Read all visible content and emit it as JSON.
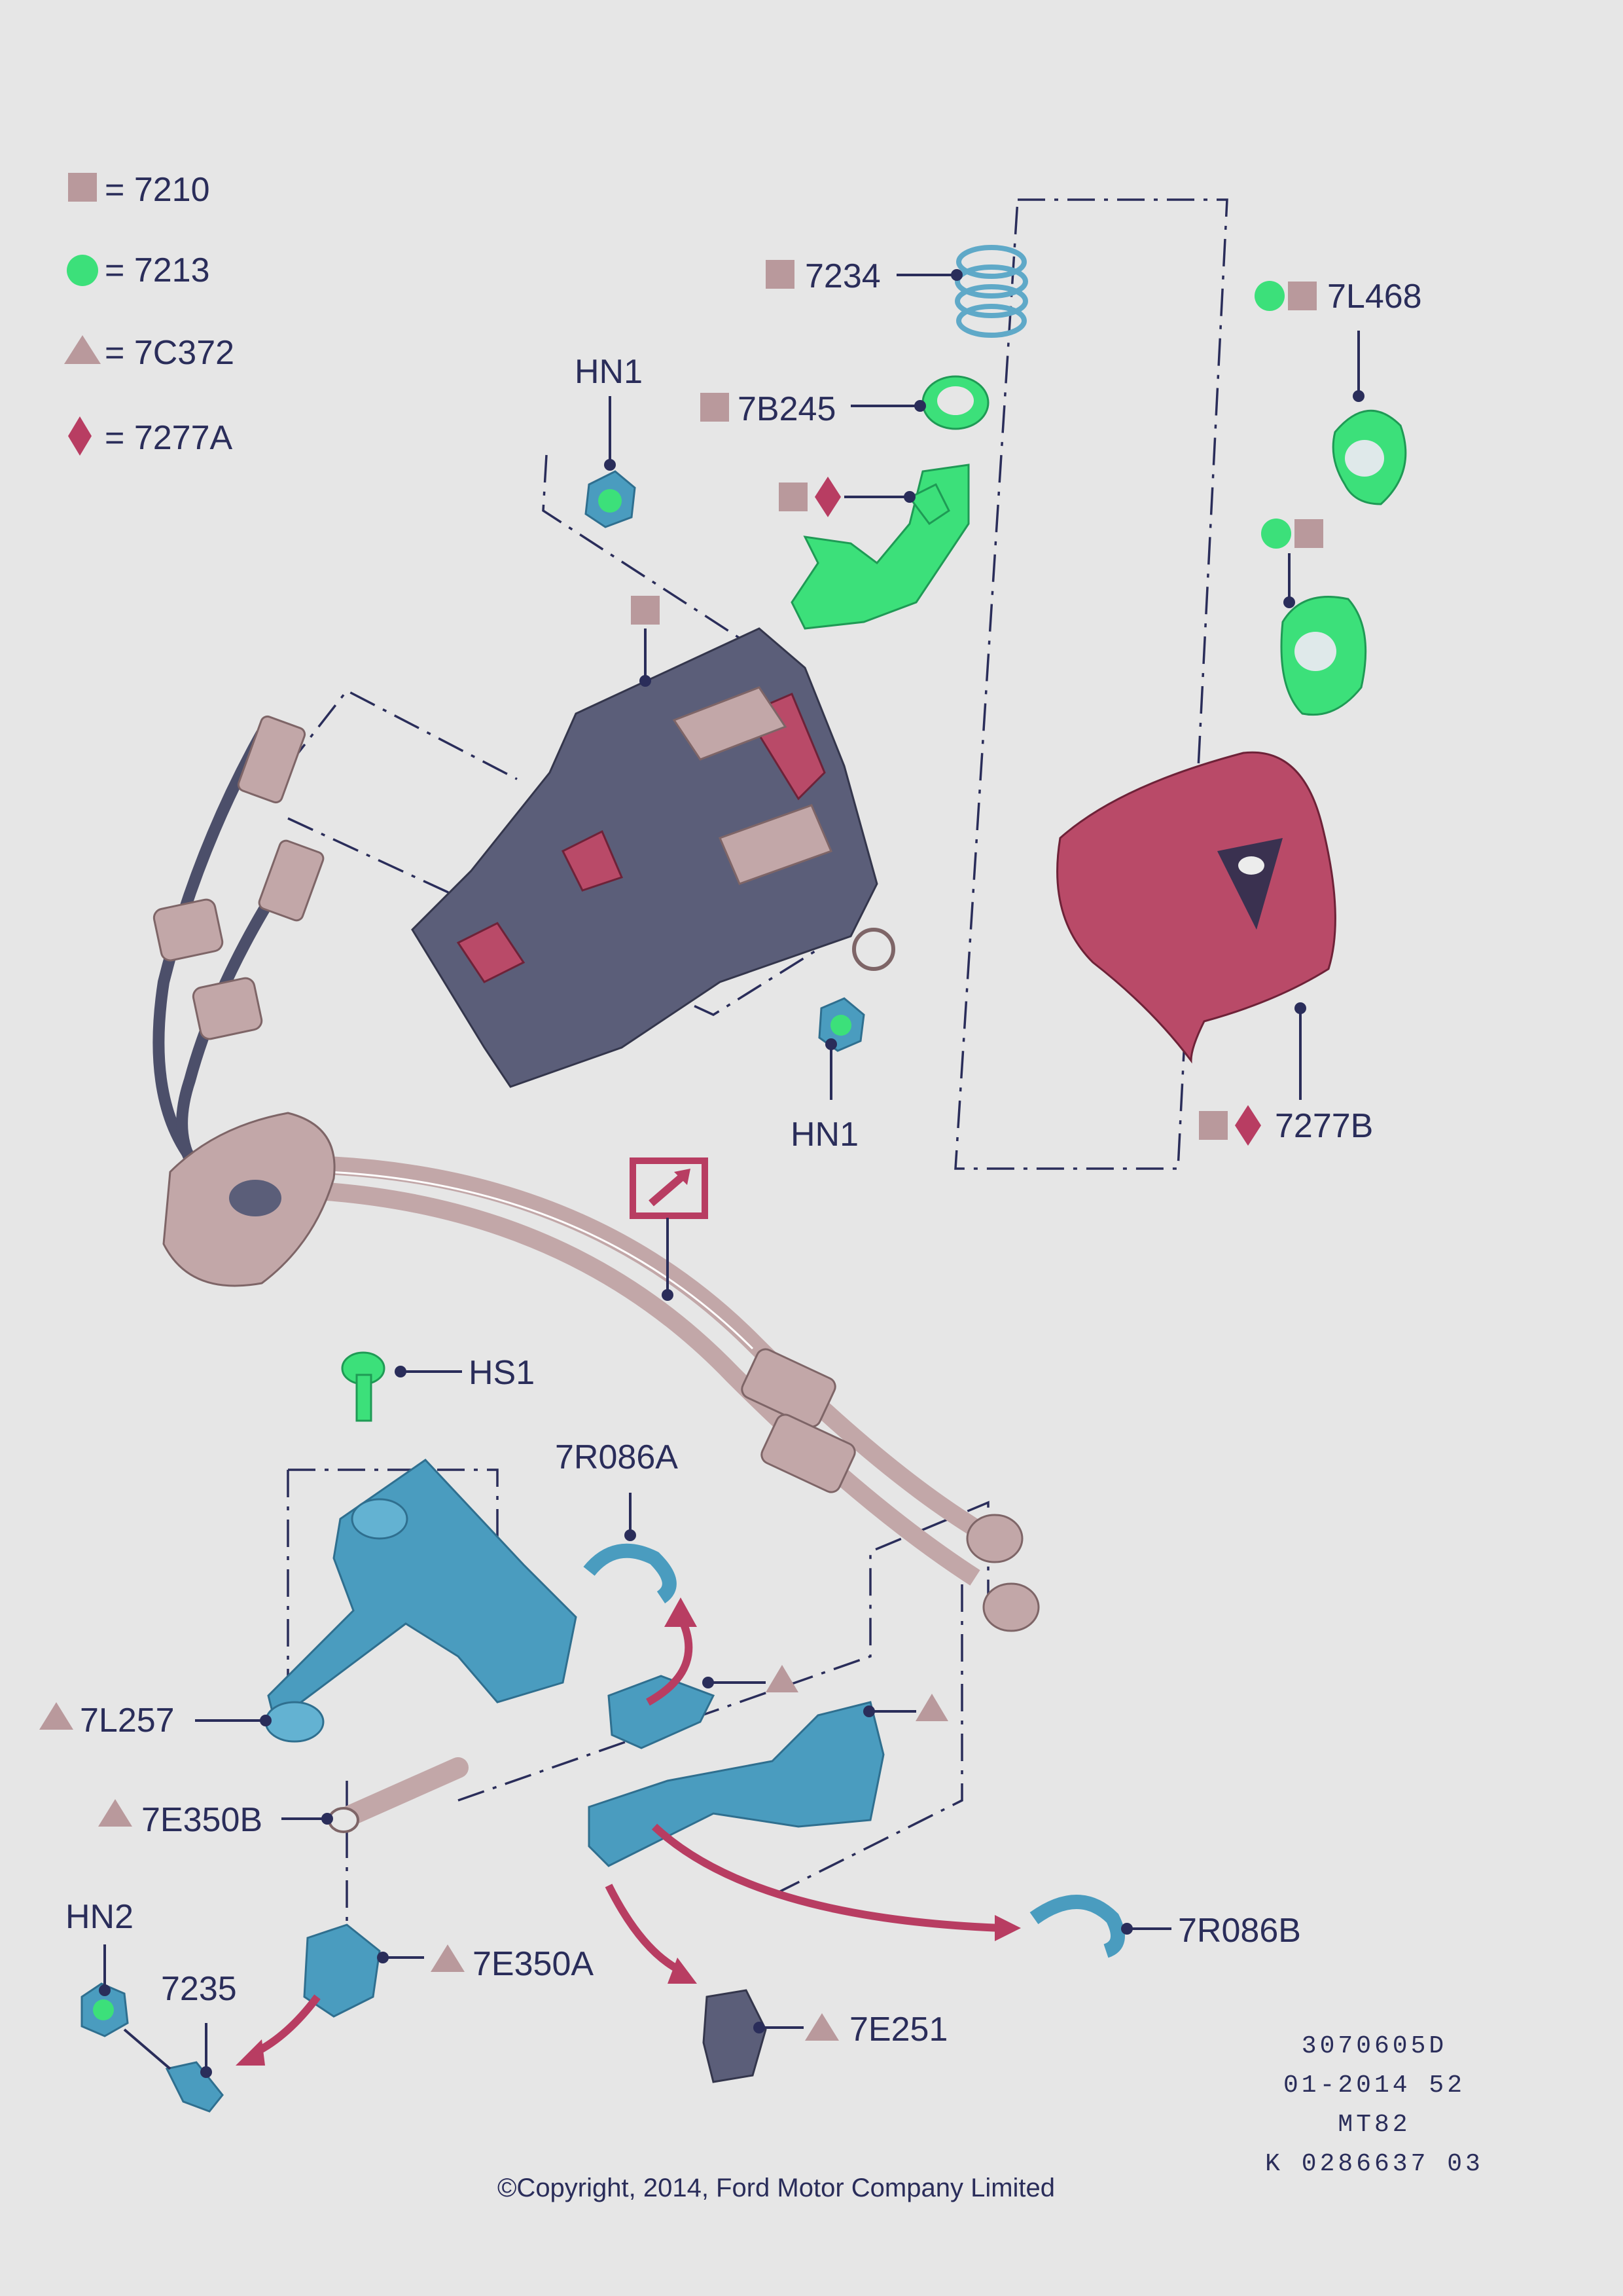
{
  "legend": [
    {
      "symbol": "square",
      "label": "= 7210"
    },
    {
      "symbol": "circle",
      "label": "= 7213"
    },
    {
      "symbol": "triangle",
      "label": "= 7C372"
    },
    {
      "symbol": "diamond",
      "label": "= 7277A"
    }
  ],
  "parts": {
    "p7234": "7234",
    "p7B245": "7B245",
    "p7L468": "7L468",
    "hn1_top": "HN1",
    "hn1_bottom": "HN1",
    "p7277B": "7277B",
    "hs1": "HS1",
    "p7R086A": "7R086A",
    "p7L257": "7L257",
    "p7E350B": "7E350B",
    "hn2": "HN2",
    "p7235": "7235",
    "p7E350A": "7E350A",
    "p7E251": "7E251",
    "p7R086B": "7R086B"
  },
  "reference": {
    "line1": "3070605D",
    "line2": "01-2014 52",
    "line3": "MT82",
    "line4": "K 0286637 03"
  },
  "copyright": "©Copyright, 2014, Ford Motor Company Limited",
  "colors": {
    "background": "#e6e6e6",
    "ink": "#2a2d5a",
    "square_marker": "#b9999c",
    "circle_marker": "#3ce07a",
    "triangle_marker": "#b9999c",
    "diamond_marker": "#b83d62",
    "part_blue": "#4a9cbf",
    "part_green": "#3ce07a",
    "part_tan": "#c2a7a8",
    "part_red": "#b94a68"
  }
}
